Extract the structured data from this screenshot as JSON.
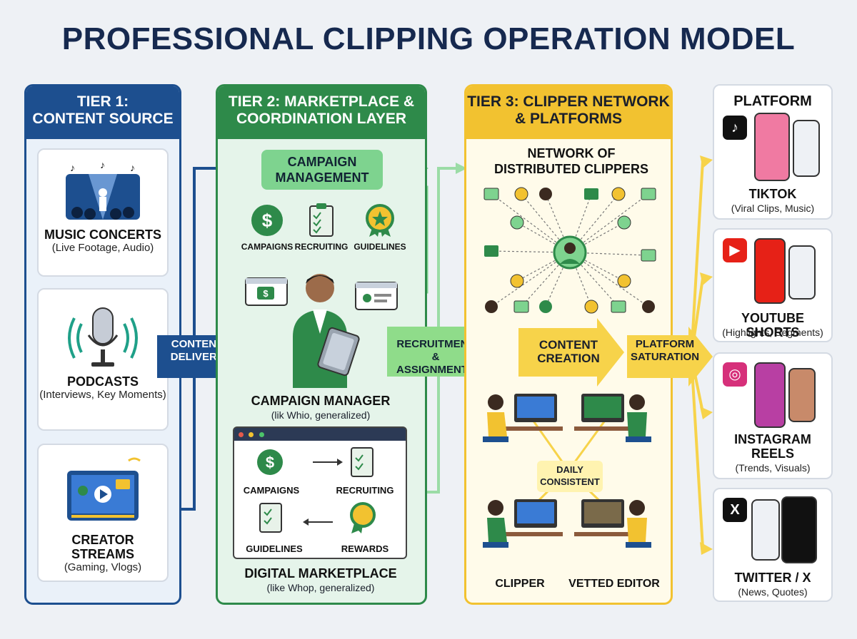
{
  "title": "PROFESSIONAL CLIPPING OPERATION MODEL",
  "tier1": {
    "heading_1": "TIER 1:",
    "heading_2": "CONTENT SOURCE",
    "cards": [
      {
        "title": "MUSIC CONCERTS",
        "sub": "(Live Footage, Audio)"
      },
      {
        "title": "PODCASTS",
        "sub": "(Interviews, Key Moments)"
      },
      {
        "title": "CREATOR STREAMS",
        "sub": "(Gaming, Vlogs)"
      }
    ]
  },
  "arrow_content_delivery": "CONTENT DELIVERY",
  "tier2": {
    "heading_1": "TIER 2: MARKETPLACE &",
    "heading_2": "COORDINATION LAYER",
    "campaign_mgmt": "CAMPAIGN MANAGEMENT",
    "icons": [
      "CAMPAIGNS",
      "RECRUITING",
      "GUIDELINES"
    ],
    "manager_title": "CAMPAIGN MANAGER",
    "manager_sub": "(lik Whio, generalized)",
    "market": {
      "items": [
        "CAMPAIGNS",
        "RECRUITING",
        "GUIDELINES",
        "REWARDS"
      ],
      "title": "DIGITAL MARKETPLACE",
      "sub": "(like Whop, generalized)"
    }
  },
  "arrow_recruitment": "RECRUITMENT & ASSIGNMENTS",
  "tier3": {
    "heading_1": "TIER 3: CLIPPER NETWORK",
    "heading_2": "& PLATFORMS",
    "network_title": "NETWORK OF DISTRIBUTED CLIPPERS",
    "content_creation": "CONTENT CREATION",
    "daily": "DAILY CONSISTENT",
    "clipper": "CLIPPER",
    "vetted": "VETTED EDITOR"
  },
  "arrow_platform": "PLATFORM SATURATION",
  "platforms": {
    "heading": "PLATFORM",
    "items": [
      {
        "title": "TIKTOK",
        "sub": "(Viral Clips, Music)",
        "icon": "tiktok-icon",
        "color": "#111111"
      },
      {
        "title": "YOUTUBE SHORTS",
        "sub": "(Highlights, Segments)",
        "icon": "youtube-icon",
        "color": "#e62117"
      },
      {
        "title": "INSTAGRAM REELS",
        "sub": "(Trends, Visuals)",
        "icon": "instagram-icon",
        "color": "#d6307a"
      },
      {
        "title": "TWITTER / X",
        "sub": "(News, Quotes)",
        "icon": "x-icon",
        "color": "#111111"
      }
    ]
  },
  "colors": {
    "tier1": "#1d4f8f",
    "tier2": "#2e8a4a",
    "tier3": "#f2c230",
    "arrow_yellow": "#f7d34a"
  }
}
